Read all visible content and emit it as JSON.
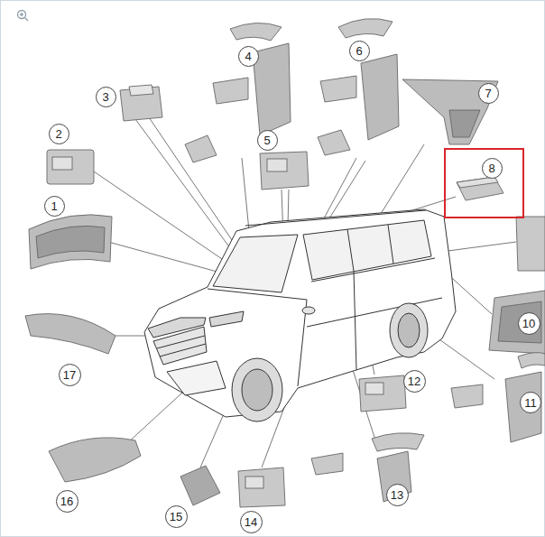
{
  "diagram": {
    "labels": [
      "1",
      "2",
      "3",
      "4",
      "5",
      "6",
      "7",
      "8",
      "10",
      "11",
      "12",
      "13",
      "14",
      "15",
      "16",
      "17"
    ]
  }
}
